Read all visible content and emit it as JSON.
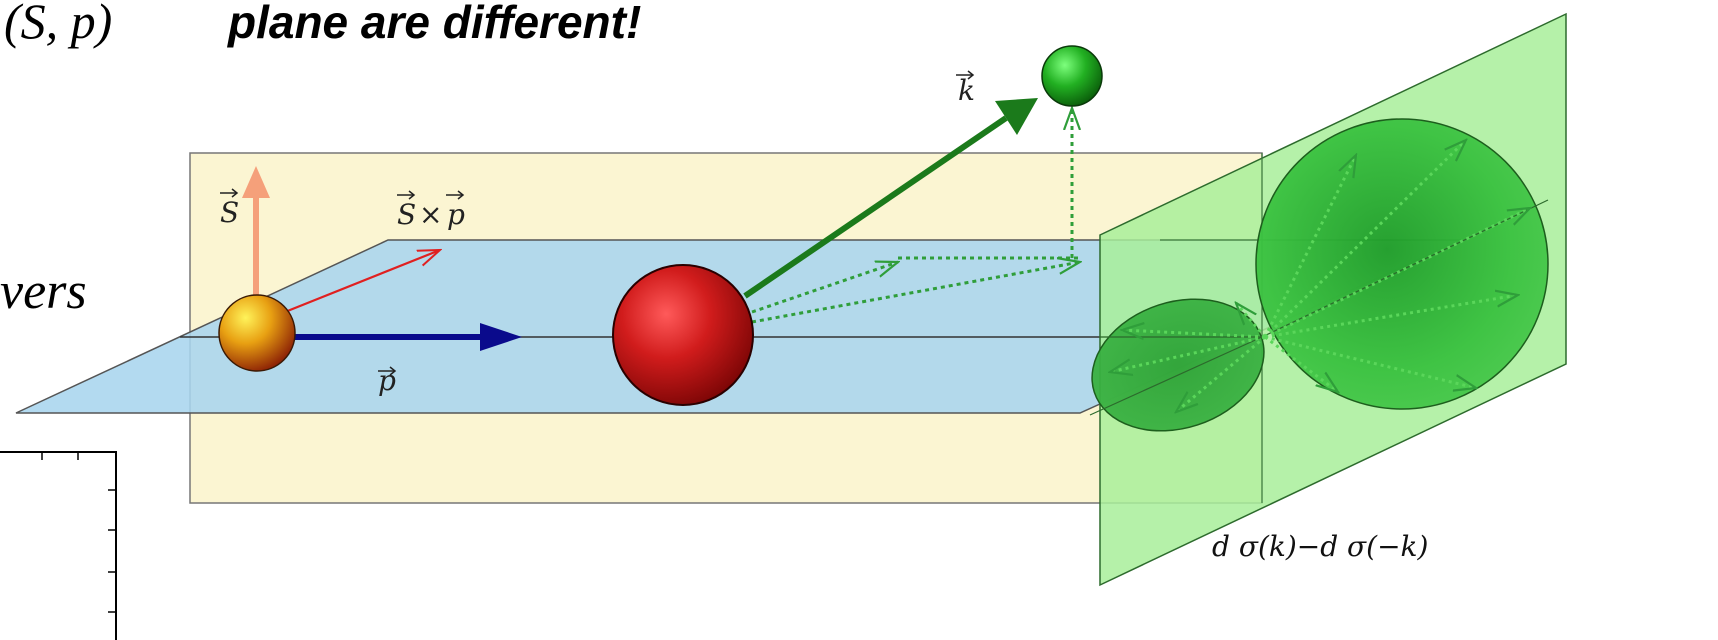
{
  "title": {
    "math": "(S, p)",
    "text": "plane are different!"
  },
  "left_fragment": "vers",
  "labels": {
    "k_vector": "k",
    "s_vector": "S",
    "cross_s": "S",
    "cross_times": "×",
    "cross_p": "p",
    "p_vector": "p",
    "asymmetry_formula": "d σ(k)−d σ(−k)"
  },
  "colors": {
    "yellow_plane": "#fbf5d2",
    "blue_plane": "#a9d5ee",
    "green_plane": "#a8ef9a",
    "green_lobe": "#2fae2f",
    "spin_arrow": "#f5a07a",
    "momentum_arrow": "#0a0a8c",
    "cross_arrow": "#e02020",
    "k_arrow": "#1b7a1b",
    "target_sphere": "#c41818",
    "projectile_sphere": "#e89a10",
    "outgoing_sphere": "#1fa21f"
  }
}
